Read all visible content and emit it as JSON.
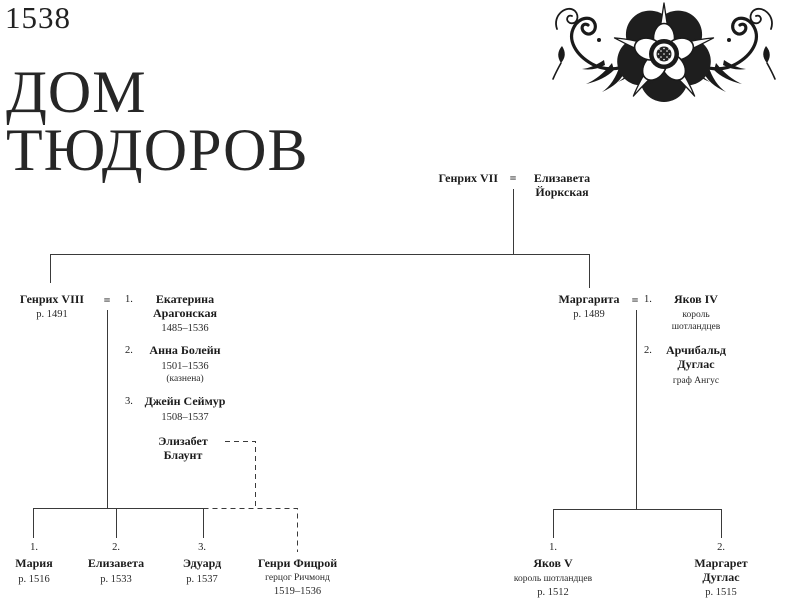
{
  "page": {
    "year": "1538",
    "title_line1": "ДОМ",
    "title_line2": "ТЮДОРОВ",
    "ornament_icon": "tudor-rose-ornament",
    "text_color": "#1c1c1c",
    "line_color": "#3a3a3a"
  },
  "root": {
    "father": "Генрих VII",
    "equals": "=",
    "mother_line1": "Елизавета",
    "mother_line2": "Йоркская"
  },
  "henry": {
    "name": "Генрих VIII",
    "birth": "р. 1491",
    "equals": "=",
    "wives": [
      {
        "num": "1.",
        "line1": "Екатерина",
        "line2": "Арагонская",
        "dates": "1485–1536"
      },
      {
        "num": "2.",
        "line1": "Анна Болейн",
        "dates": "1501–1536",
        "note": "(казнена)"
      },
      {
        "num": "3.",
        "line1": "Джейн Сеймур",
        "dates": "1508–1537"
      }
    ],
    "mistress_line1": "Элизабет",
    "mistress_line2": "Блаунт",
    "children": [
      {
        "num": "1.",
        "name": "Мария",
        "birth": "р. 1516"
      },
      {
        "num": "2.",
        "name": "Елизавета",
        "birth": "р. 1533"
      },
      {
        "num": "3.",
        "name": "Эдуард",
        "birth": "р. 1537"
      },
      {
        "name": "Генри Фицрой",
        "title": "герцог Ричмонд",
        "dates": "1519–1536"
      }
    ]
  },
  "margaret": {
    "name": "Маргарита",
    "birth": "р. 1489",
    "equals": "=",
    "husbands": [
      {
        "num": "1.",
        "line1": "Яков IV",
        "note1": "король",
        "note2": "шотландцев"
      },
      {
        "num": "2.",
        "line1": "Арчибальд",
        "line2": "Дуглас",
        "note1": "граф Ангус"
      }
    ],
    "children": [
      {
        "num": "1.",
        "name": "Яков V",
        "title": "король шотландцев",
        "birth": "р. 1512"
      },
      {
        "num": "2.",
        "name_line1": "Маргарет",
        "name_line2": "Дуглас",
        "birth": "р. 1515"
      }
    ]
  }
}
